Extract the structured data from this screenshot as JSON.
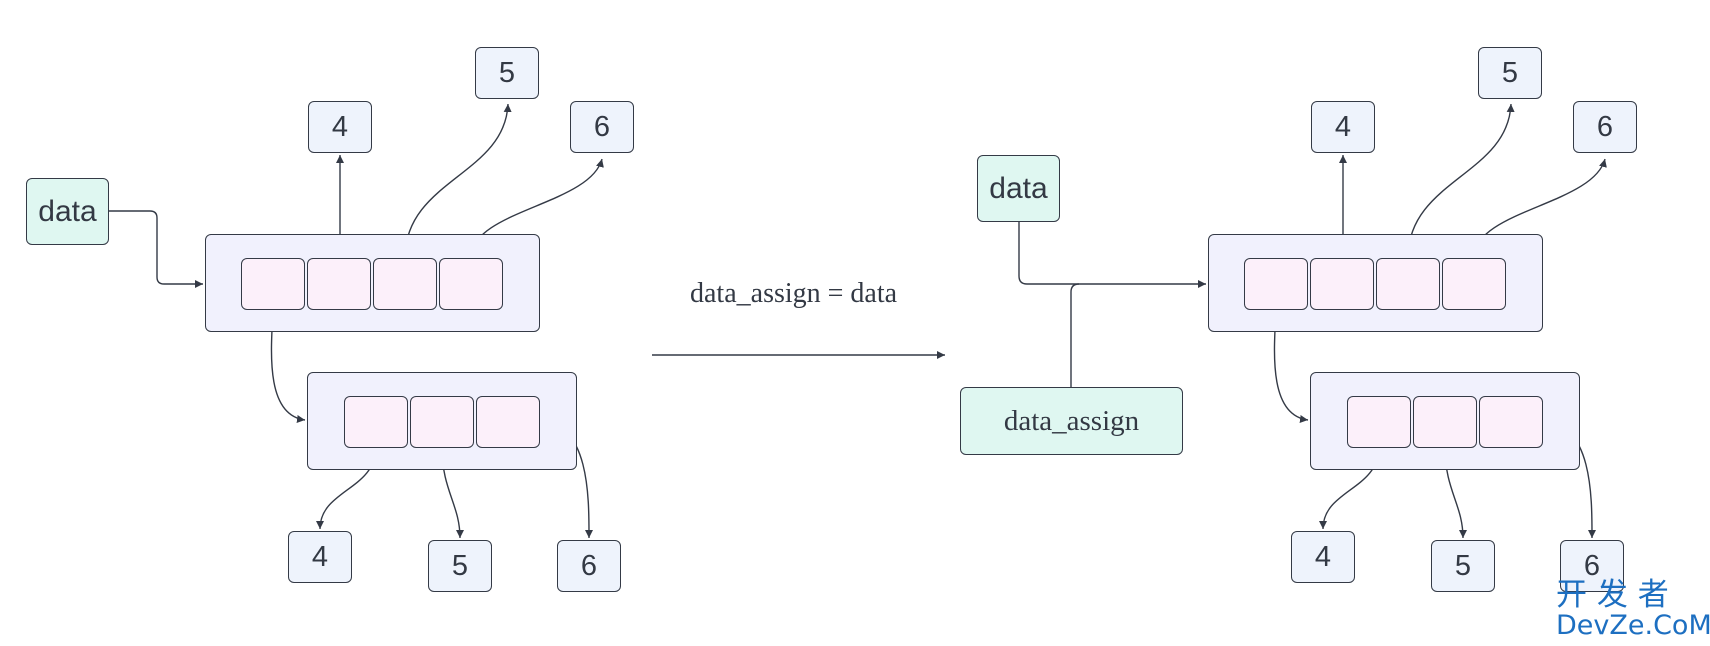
{
  "left": {
    "data_label": "data",
    "top_values": [
      "4",
      "5",
      "6"
    ],
    "bottom_values": [
      "4",
      "5",
      "6"
    ]
  },
  "operation": {
    "label": "data_assign = data"
  },
  "right": {
    "data_label": "data",
    "assign_label": "data_assign",
    "top_values": [
      "4",
      "5",
      "6"
    ],
    "bottom_values": [
      "4",
      "5",
      "6"
    ]
  },
  "watermark": {
    "line1": "开 发 者",
    "line2": "DevZe.CoM",
    "color": "#1d6fc1"
  },
  "colors": {
    "value_fill": "#eef3fc",
    "variable_fill": "#dff7f1",
    "list_fill": "#f1f1fd",
    "cell_fill": "#fcf0fa",
    "stroke": "#343a46"
  }
}
